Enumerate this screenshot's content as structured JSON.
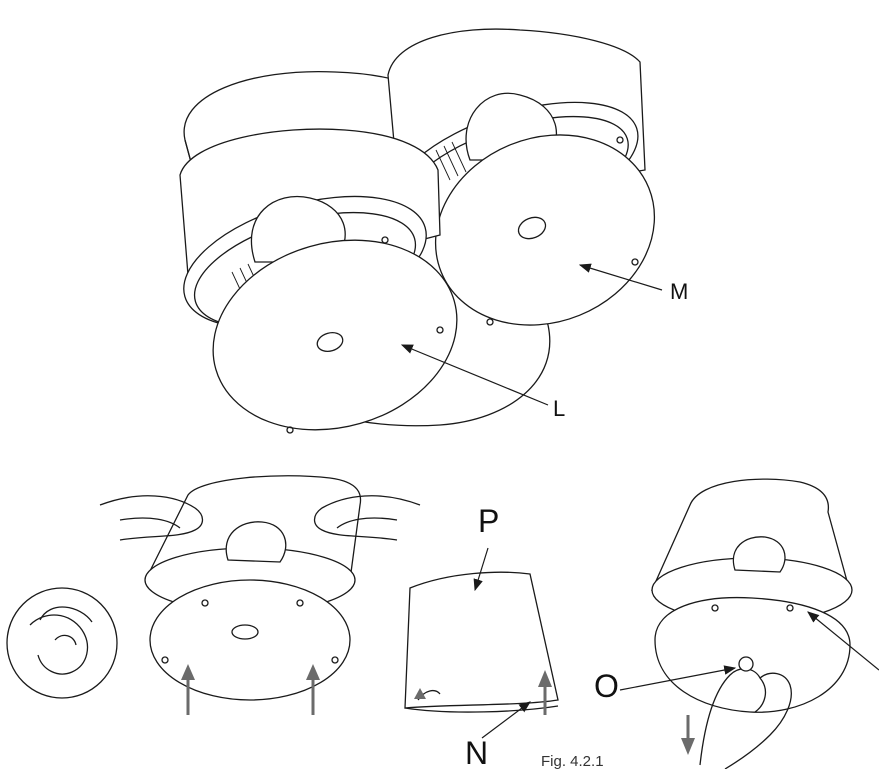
{
  "labels": {
    "M": "M",
    "L": "L",
    "P": "P",
    "N": "N",
    "O": "O"
  },
  "caption": "Fig. 4.2.1",
  "icons": [
    "lamp-shade-double-fixture",
    "hands-installing-shade",
    "magnifier-detail-circle",
    "folded-diffuser-panel",
    "hand-releasing-diffuser"
  ]
}
